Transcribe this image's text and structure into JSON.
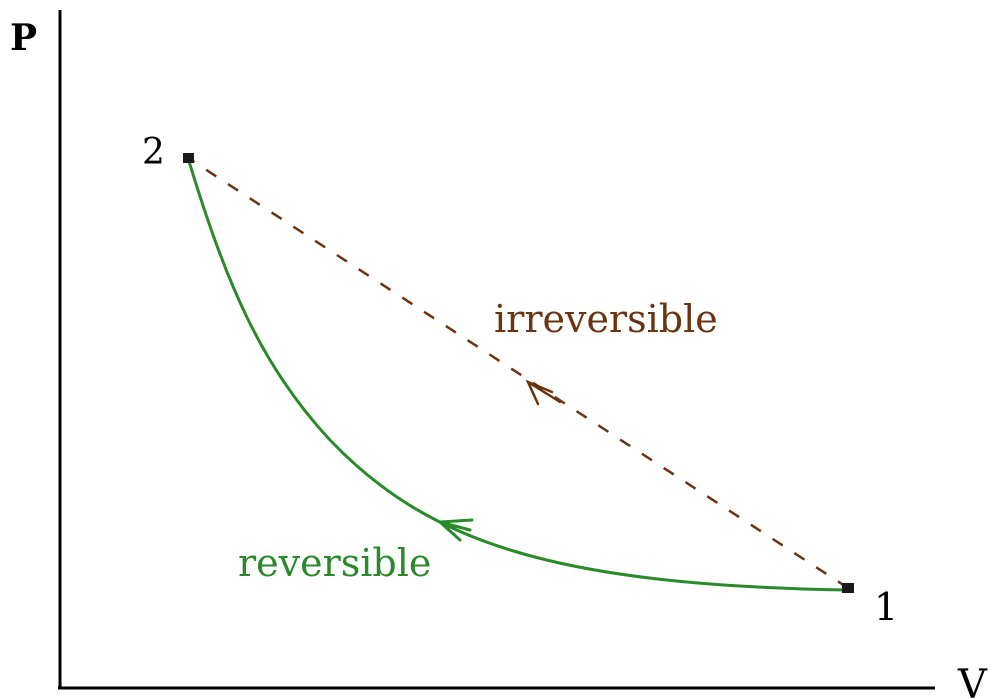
{
  "axes": {
    "y_label": "P",
    "x_label": "V"
  },
  "points": {
    "start_label": "2",
    "end_label": "1"
  },
  "paths": {
    "irreversible": {
      "label": "irreversible",
      "style": "dashed",
      "color": "#6b3410"
    },
    "reversible": {
      "label": "reversible",
      "style": "solid",
      "color": "#2a8a2a"
    }
  }
}
